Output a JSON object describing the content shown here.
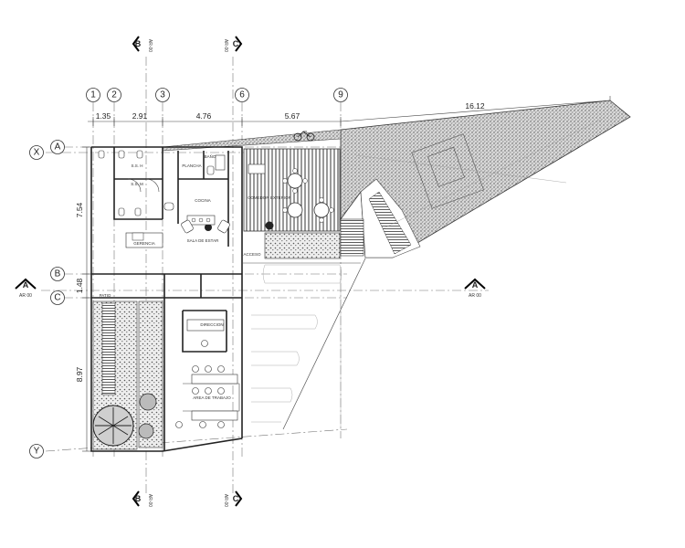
{
  "grid_columns": [
    {
      "id": "col-1",
      "label": "1"
    },
    {
      "id": "col-2",
      "label": "2"
    },
    {
      "id": "col-3",
      "label": "3"
    },
    {
      "id": "col-6",
      "label": "6"
    },
    {
      "id": "col-9",
      "label": "9"
    }
  ],
  "grid_rows": [
    {
      "id": "row-a",
      "label": "A"
    },
    {
      "id": "row-b",
      "label": "B"
    },
    {
      "id": "row-c",
      "label": "C"
    }
  ],
  "axis_labels": {
    "x": "X",
    "y": "Y"
  },
  "dimensions": {
    "top": [
      "1.35",
      "2.91",
      "4.76",
      "5.67",
      "16.12"
    ],
    "left": [
      "7.54",
      "1.48",
      "8.97"
    ]
  },
  "sections": {
    "a_letter": "A",
    "a_ref": "AR 00",
    "b_letter": "B",
    "b_ref": "AR-00",
    "c_letter": "C",
    "c_ref": "AR-00"
  },
  "rooms": {
    "ss_h": "S.S. H",
    "ss_m": "S.S. M",
    "plancha": "PLANCHA",
    "bano": "BAÑO",
    "cocina": "COCINA",
    "sala_estar": "SALA DE ESTAR",
    "comedor": "COMEDOR EXTERIOR",
    "acceso": "ACCESO",
    "direccion": "DIRECCION",
    "area_trabajo": "AREA DE TRABAJO",
    "gerencia": "GERENCIA",
    "patio": "PATIO"
  },
  "colors": {
    "line": "#222222",
    "fill_hatch": "#9a9a9a",
    "tree": "#333333"
  }
}
